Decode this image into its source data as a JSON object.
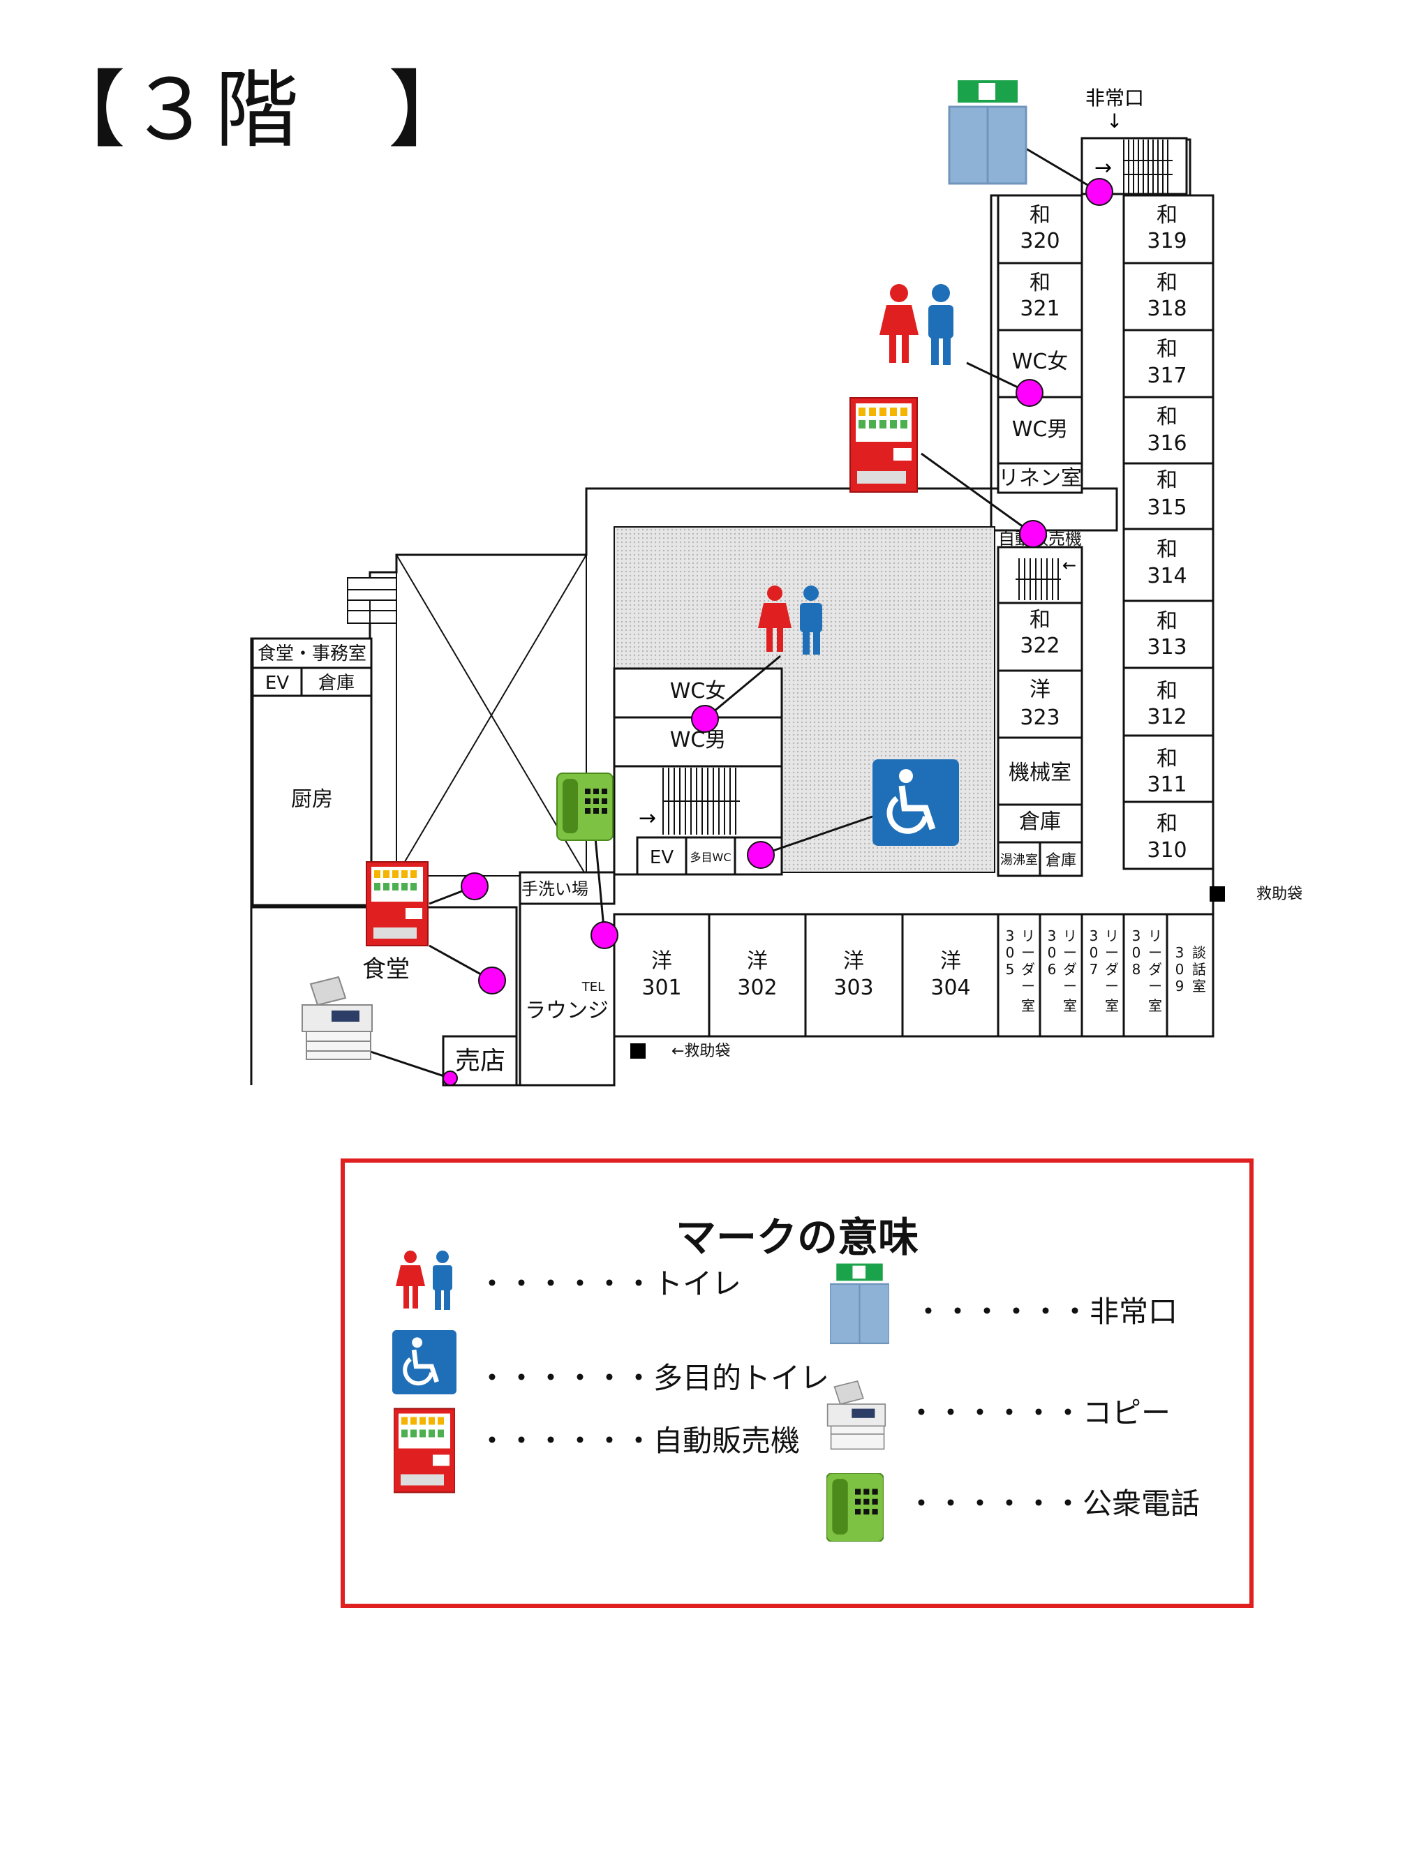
{
  "title": "【３階　】",
  "exit_label": "非常口",
  "exit_arrow": "↓",
  "rooms": {
    "r320": [
      "和",
      "320"
    ],
    "r321": [
      "和",
      "321"
    ],
    "r319": [
      "和",
      "319"
    ],
    "r318": [
      "和",
      "318"
    ],
    "r317": [
      "和",
      "317"
    ],
    "r316": [
      "和",
      "316"
    ],
    "r315": [
      "和",
      "315"
    ],
    "r314": [
      "和",
      "314"
    ],
    "r313": [
      "和",
      "313"
    ],
    "r312": [
      "和",
      "312"
    ],
    "r311": [
      "和",
      "311"
    ],
    "r310": [
      "和",
      "310"
    ],
    "wc_f_n": "WC女",
    "wc_m_n": "WC男",
    "linen": "リネン室",
    "vending_label": "自動販売機",
    "r322": [
      "和",
      "322"
    ],
    "r323": [
      "洋",
      "323"
    ],
    "machine": "機械室",
    "storage_e": "倉庫",
    "boiler": "湯沸室",
    "storage_e2": "倉庫",
    "cafe_office": "食堂・事務室",
    "ev_w": "EV",
    "storage_w": "倉庫",
    "kitchen": "厨房",
    "cafeteria": "食堂",
    "shop": "売店",
    "washroom": "手洗い場",
    "lounge": "ラウンジ",
    "tel": "TEL",
    "wc_f_c": "WC女",
    "wc_m_c": "WC男",
    "ev_c": "EV",
    "multi_wc": "多目WC",
    "r301": [
      "洋",
      "301"
    ],
    "r302": [
      "洋",
      "302"
    ],
    "r303": [
      "洋",
      "303"
    ],
    "r304": [
      "洋",
      "304"
    ],
    "r305": [
      "リ",
      "ー",
      "ダ",
      "ー",
      "室",
      "3",
      "0",
      "5"
    ],
    "r306": [
      "リ",
      "ー",
      "ダ",
      "ー",
      "室",
      "3",
      "0",
      "6"
    ],
    "r307": [
      "リ",
      "ー",
      "ダ",
      "ー",
      "室",
      "3",
      "0",
      "7"
    ],
    "r308": [
      "リ",
      "ー",
      "ダ",
      "ー",
      "室",
      "3",
      "0",
      "8"
    ],
    "r309": [
      "談",
      "話",
      "室",
      "3",
      "0",
      "9"
    ],
    "rescue_e": "救助袋",
    "rescue_s": "←救助袋",
    "arrow": "→",
    "arrow_left": "←"
  },
  "legend": {
    "title": "マークの意味",
    "items": [
      {
        "icon": "restroom-icon",
        "label": "・・・・・・トイレ"
      },
      {
        "icon": "accessible-toilet-icon",
        "label": "・・・・・・多目的トイレ"
      },
      {
        "icon": "vending-machine-icon",
        "label": "・・・・・・自動販売機"
      },
      {
        "icon": "emergency-exit-icon",
        "label": "・・・・・・非常口"
      },
      {
        "icon": "copier-icon",
        "label": "・・・・・・コピー"
      },
      {
        "icon": "payphone-icon",
        "label": "・・・・・・公衆電話"
      }
    ]
  },
  "colors": {
    "marker": "#ff00ff",
    "toilet_female": "#e02020",
    "toilet_male": "#1f6fb8",
    "accessible": "#1f6fb8",
    "vending": "#e02020",
    "exit_sign": "#1aa34a",
    "door": "#8eb2d6",
    "phone": "#7dc242",
    "legend_border": "#e02020"
  }
}
